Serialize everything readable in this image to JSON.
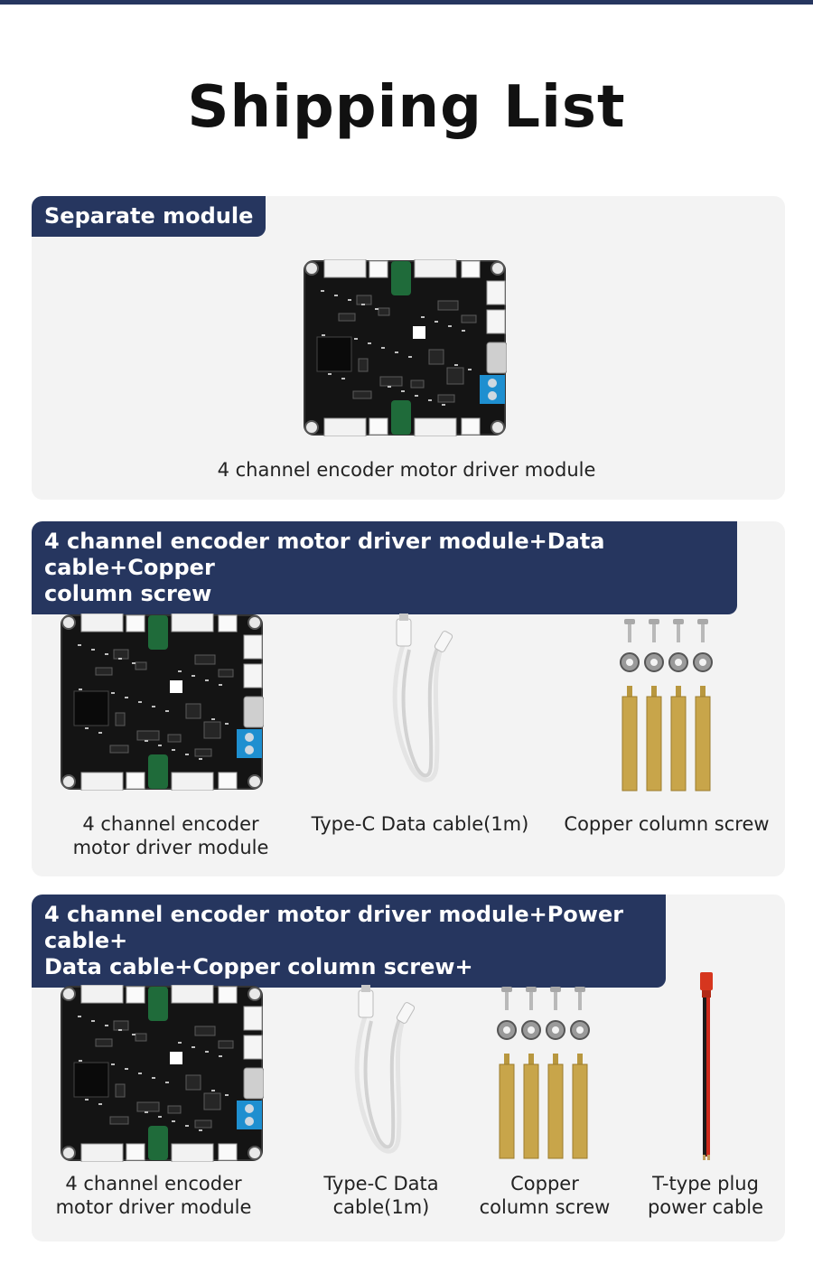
{
  "title": "Shipping List",
  "sections": [
    {
      "header": "Separate module",
      "items": [
        {
          "label": "4 channel encoder motor driver module",
          "icon": "driver-board-icon"
        }
      ]
    },
    {
      "header_lines": [
        "4 channel encoder motor driver module+Data cable+Copper",
        "column screw"
      ],
      "items": [
        {
          "label_lines": [
            "4 channel encoder",
            "motor driver module"
          ],
          "icon": "driver-board-icon"
        },
        {
          "label": "Type-C Data cable(1m)",
          "icon": "usb-cable-icon"
        },
        {
          "label": "Copper column screw",
          "icon": "copper-screw-icon"
        }
      ]
    },
    {
      "header_lines": [
        "4 channel encoder motor driver module+Power cable+",
        "Data cable+Copper column screw+"
      ],
      "items": [
        {
          "label_lines": [
            "4 channel encoder",
            "motor driver module"
          ],
          "icon": "driver-board-icon"
        },
        {
          "label_lines": [
            "Type-C Data",
            "cable(1m)"
          ],
          "icon": "usb-cable-icon"
        },
        {
          "label_lines": [
            "Copper",
            "column screw"
          ],
          "icon": "copper-screw-icon"
        },
        {
          "label_lines": [
            "T-type plug",
            "power cable"
          ],
          "icon": "t-plug-cable-icon"
        }
      ]
    }
  ],
  "colors": {
    "header_bg": "#26365f",
    "panel_bg": "#f3f3f3",
    "board": "#141414",
    "terminal": "#1e8fd0",
    "brass": "#c8a54a",
    "capacitor": "#1f6b3a"
  }
}
